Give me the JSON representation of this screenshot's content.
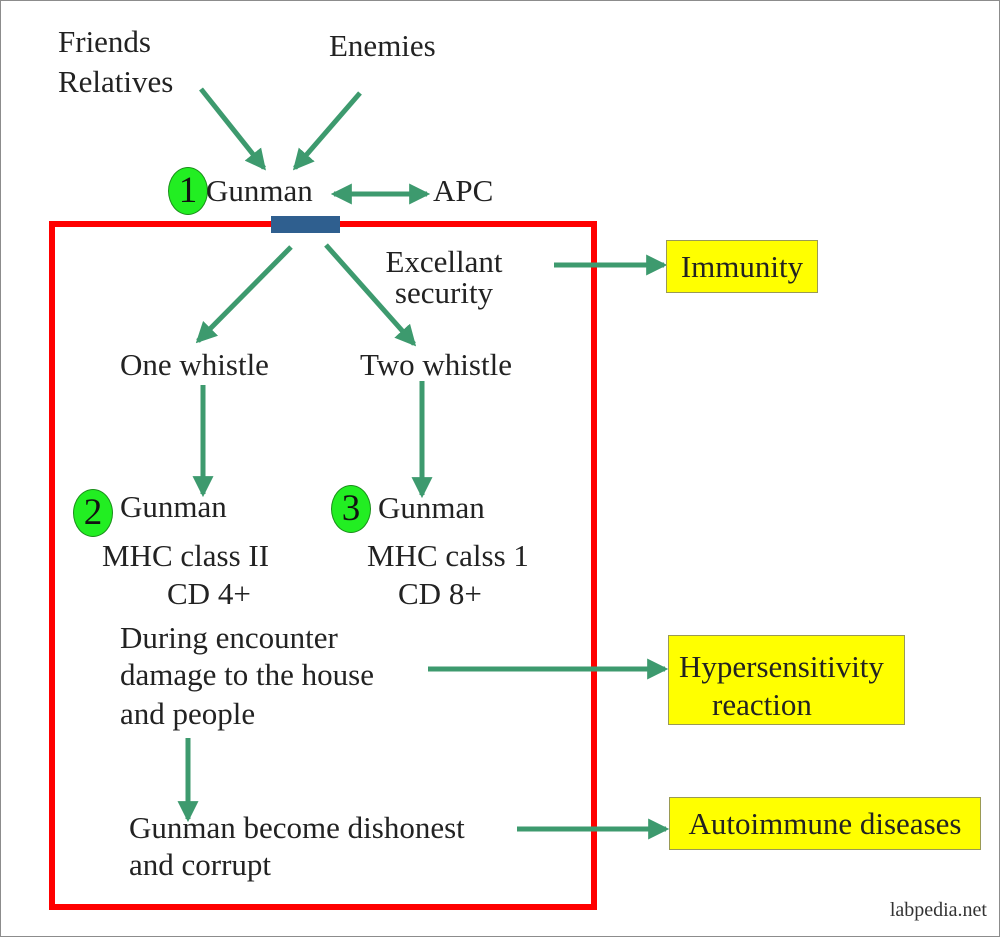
{
  "colors": {
    "arrow": "#3d9a6e",
    "frame": "#ff0000",
    "badge": "#22ee22",
    "callout": "#ffff00",
    "connector_bar": "#2f5f8f"
  },
  "sources": {
    "friends_relatives": [
      "Friends",
      "Relatives"
    ],
    "enemies": "Enemies"
  },
  "top": {
    "badge": "1",
    "gunman": "Gunman",
    "apc": "APC"
  },
  "security": [
    "Excellant",
    "security"
  ],
  "branches": {
    "left": {
      "whistle": "One whistle",
      "badge": "2",
      "gunman": "Gunman",
      "mhc": "MHC class II",
      "cd": "CD 4+"
    },
    "right": {
      "whistle": "Two whistle",
      "badge": "3",
      "gunman": "Gunman",
      "mhc": "MHC calss 1",
      "cd": "CD 8+"
    }
  },
  "encounter": [
    "During encounter",
    "damage to the house",
    "and people"
  ],
  "corruption": [
    "Gunman become dishonest",
    "and corrupt"
  ],
  "outcomes": {
    "immunity": "Immunity",
    "hypersensitivity": [
      "Hypersensitivity",
      "reaction"
    ],
    "autoimmune": "Autoimmune diseases"
  },
  "credit": "labpedia.net"
}
